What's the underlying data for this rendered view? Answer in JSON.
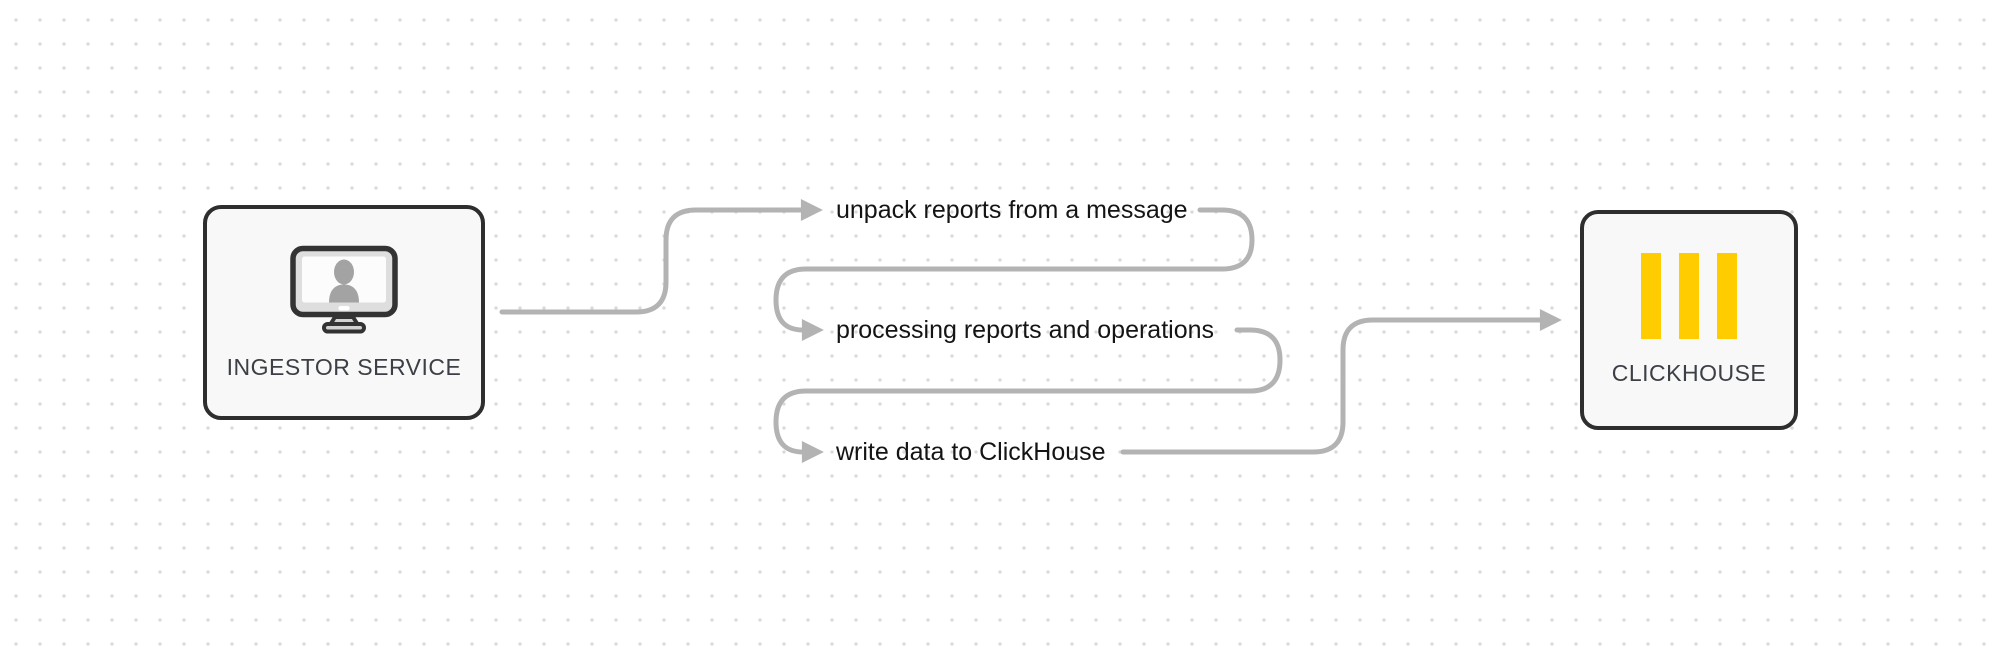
{
  "diagram": {
    "nodes": {
      "ingestor": {
        "label": "INGESTOR SERVICE",
        "icon": "monitor-user-icon"
      },
      "clickhouse": {
        "label": "CLICKHOUSE",
        "icon": "clickhouse-bars-icon"
      }
    },
    "steps": [
      {
        "label": "unpack reports from a message"
      },
      {
        "label": "processing reports and operations"
      },
      {
        "label": "write data to ClickHouse"
      }
    ],
    "edges": [
      {
        "from": "ingestor",
        "to": "step-1"
      },
      {
        "from": "step-1",
        "to": "step-2"
      },
      {
        "from": "step-2",
        "to": "step-3"
      },
      {
        "from": "step-3",
        "to": "clickhouse"
      }
    ]
  },
  "colors": {
    "background": "#ffffff",
    "dot_grid": "#d9d9d9",
    "connector": "#b3b3b3",
    "node_border": "#2e2e2e",
    "node_fill": "#f7f8f7",
    "node_label": "#3c4046",
    "step_text": "#141414",
    "clickhouse_yellow": "#ffcc00",
    "icon_gray": "#a3a3a3"
  }
}
